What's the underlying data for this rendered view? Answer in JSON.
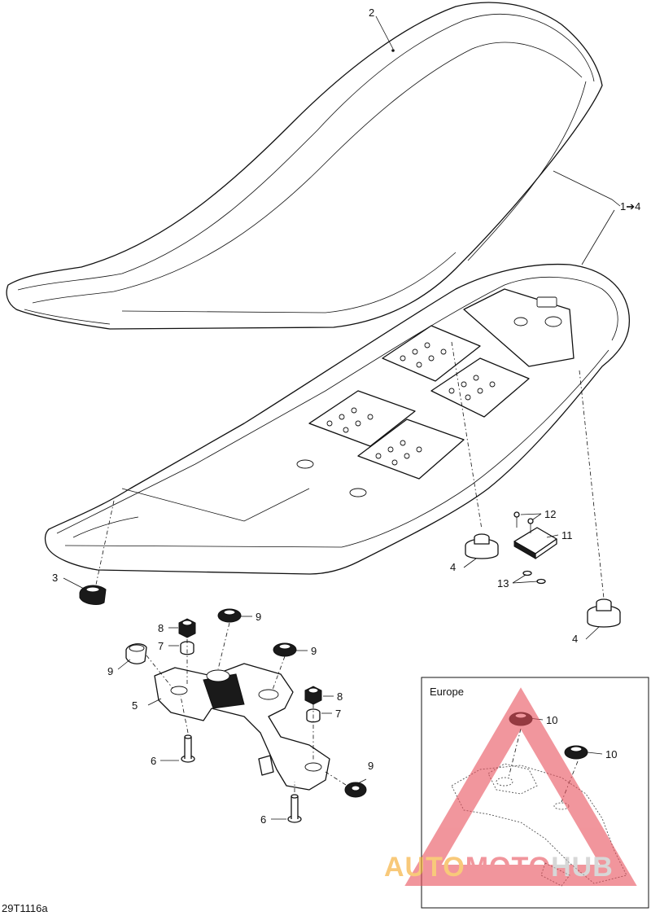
{
  "diagram": {
    "callouts": {
      "c1_4": "1➔4",
      "c2": "2",
      "c3": "3",
      "c4a": "4",
      "c4b": "4",
      "c5": "5",
      "c6a": "6",
      "c6b": "6",
      "c7a": "7",
      "c7b": "7",
      "c8a": "8",
      "c8b": "8",
      "c9a": "9",
      "c9b": "9",
      "c9c": "9",
      "c9d": "9",
      "c10a": "10",
      "c10b": "10",
      "c11": "11",
      "c12": "12",
      "c13": "13"
    },
    "inset_title": "Europe",
    "drawing_ref": "29T1116a",
    "watermark": {
      "part1": "AUTO",
      "part2": "MOTO",
      "part3": "HUB"
    },
    "colors": {
      "watermark_orange": "#f5a623",
      "watermark_red": "#e8505b",
      "watermark_grey": "#bdbdbd",
      "line": "#111111"
    }
  }
}
